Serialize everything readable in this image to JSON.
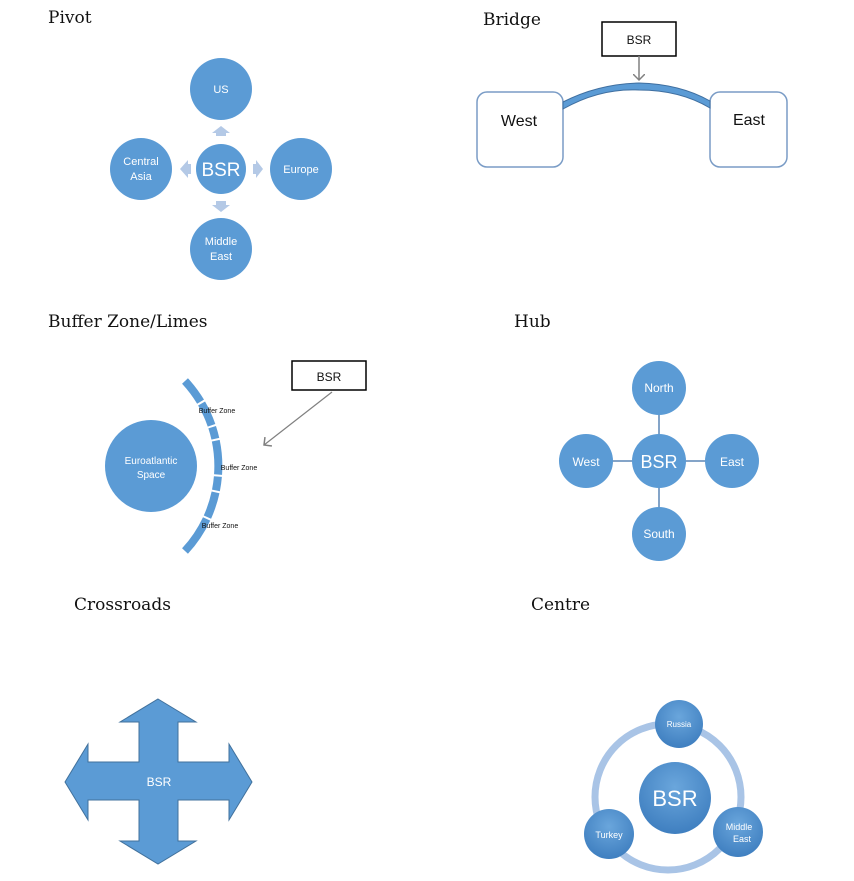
{
  "colors": {
    "node": "#5b9bd5",
    "node_dark": "#4a86be",
    "arrow_light": "#b4c9e6",
    "ring": "#a9c4e6",
    "stroke_gray": "#808080"
  },
  "panels": {
    "pivot": {
      "title": "Pivot",
      "center": "BSR",
      "nodes": {
        "top": "US",
        "right": "Europe",
        "bottom_1": "Middle",
        "bottom_2": "East",
        "left_1": "Central",
        "left_2": "Asia"
      }
    },
    "bridge": {
      "title": "Bridge",
      "label_box": "BSR",
      "left": "West",
      "right": "East"
    },
    "buffer": {
      "title": "Buffer Zone/Limes",
      "label_box": "BSR",
      "core_1": "Euroatlantic",
      "core_2": "Space",
      "zones": [
        "Buffer Zone",
        "Buffer Zone",
        "Buffer Zone"
      ]
    },
    "hub": {
      "title": "Hub",
      "center": "BSR",
      "nodes": {
        "north": "North",
        "east": "East",
        "south": "South",
        "west": "West"
      }
    },
    "crossroads": {
      "title": "Crossroads",
      "center": "BSR"
    },
    "centre": {
      "title": "Centre",
      "center": "BSR",
      "nodes": {
        "top": "Russia",
        "left": "Turkey",
        "right_1": "Middle",
        "right_2": "East"
      }
    }
  }
}
